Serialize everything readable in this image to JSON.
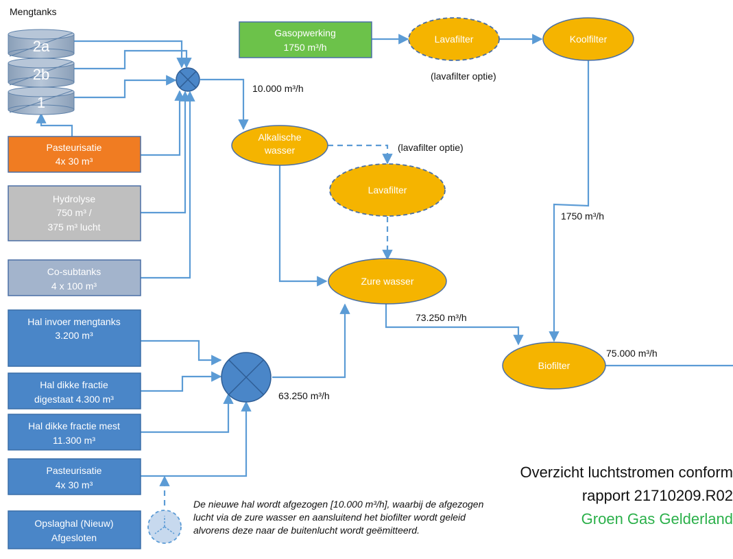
{
  "title": "Mengtanks",
  "tanks": [
    "2a",
    "2b",
    "1"
  ],
  "boxes": {
    "pasteurisatie_top": [
      "Pasteurisatie",
      "4x 30 m³"
    ],
    "hydrolyse": [
      "Hydrolyse",
      "750 m³ /",
      "375 m³ lucht"
    ],
    "cosubtanks": [
      "Co-subtanks",
      "4 x 100 m³"
    ],
    "hal_invoer": [
      "Hal invoer mengtanks",
      "3.200 m³"
    ],
    "hal_dikke_digestaat": [
      "Hal dikke fractie",
      "digestaat 4.300 m³"
    ],
    "hal_dikke_mest": [
      "Hal dikke fractie mest",
      "11.300 m³"
    ],
    "pasteurisatie_bottom": [
      "Pasteurisatie",
      "4x 30 m³"
    ],
    "opslaghal": [
      "Opslaghal (Nieuw)",
      "Afgesloten"
    ],
    "gasopwerking": [
      "Gasopwerking",
      "1750 m³/h"
    ]
  },
  "nodes": {
    "lavafilter_top": "Lavafilter",
    "koolfilter": "Koolfilter",
    "alkalische": [
      "Alkalische",
      "wasser"
    ],
    "lavafilter_mid": "Lavafilter",
    "zure_wasser": "Zure wasser",
    "biofilter": "Biofilter"
  },
  "labels": {
    "flow_10000": "10.000 m³/h",
    "lavafilter_optie_1": "(lavafilter optie)",
    "lavafilter_optie_2": "(lavafilter optie)",
    "flow_1750": "1750 m³/h",
    "flow_73250": "73.250 m³/h",
    "flow_75000": "75.000 m³/h",
    "flow_63250": "63.250 m³/h"
  },
  "note": "De nieuwe hal wordt afgezogen [10.000 m³/h], waarbij de afgezogen lucht via de zure wasser en aansluitend het biofilter wordt geleid alvorens deze naar de buitenlucht wordt geëmitteerd.",
  "overview": {
    "line1": "Overzicht luchtstromen conform",
    "line2": "rapport 21710209.R02",
    "line3": "Groen Gas Gelderland"
  },
  "colors": {
    "flow": "#5b9bd5",
    "box_blue": "#4a86c8",
    "box_grey": "#bfbfbf",
    "box_greyblue": "#a3b4cc",
    "box_orange": "#f07c22",
    "box_green": "#6cc24a",
    "node_yellow": "#f5b400",
    "title_green": "#2bb04a"
  }
}
